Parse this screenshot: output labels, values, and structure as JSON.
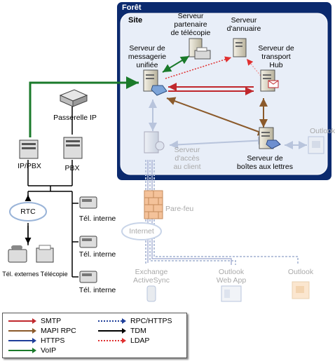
{
  "zones": {
    "foret": "Forêt",
    "site": "Site"
  },
  "servers": {
    "fax_partner": "Serveur\npartenaire\nde télécopie",
    "directory": "Serveur\nd'annuaire",
    "unified_messaging": "Serveur de\nmessagerie\nunifiée",
    "hub_transport": "Serveur de\ntransport\nHub",
    "client_access": "Serveur\nd'accès\nau client",
    "mailbox": "Serveur de\nboîtes aux lettres"
  },
  "network": {
    "ip_gateway": "Passerelle IP",
    "ip_pbx": "IP/PBX",
    "pbx": "PBX",
    "rtc": "RTC",
    "firewall": "Pare-feu",
    "internet": "Internet"
  },
  "phones": {
    "internal_1": "Tél. interne",
    "internal_2": "Tél. interne",
    "internal_3": "Tél. interne",
    "external": "Tél. externes Télécopie"
  },
  "clients": {
    "outlook_right": "Outlook",
    "activesync": "Exchange\nActiveSync",
    "owa": "Outlook\nWeb App",
    "outlook_bottom": "Outlook"
  },
  "legend": {
    "items": [
      {
        "label": "SMTP",
        "color": "#c0282d",
        "style": "solid"
      },
      {
        "label": "MAPI RPC",
        "color": "#8b5a2b",
        "style": "solid"
      },
      {
        "label": "HTTPS",
        "color": "#1f3f9a",
        "style": "solid"
      },
      {
        "label": "VoIP",
        "color": "#1a7a2a",
        "style": "solid"
      },
      {
        "label": "RPC/HTTPS",
        "color": "#1f3f9a",
        "style": "dotted"
      },
      {
        "label": "TDM",
        "color": "#000000",
        "style": "solid"
      },
      {
        "label": "LDAP",
        "color": "#e03030",
        "style": "dotted"
      }
    ]
  },
  "colors": {
    "forest_border": "#0b2a6e",
    "site_fill": "#e8eef8",
    "smtp": "#c0282d",
    "mapi": "#8b5a2b",
    "https": "#1f3f9a",
    "voip": "#1a7a2a",
    "ldap": "#e03030",
    "disabled": "#b8c4dc"
  }
}
